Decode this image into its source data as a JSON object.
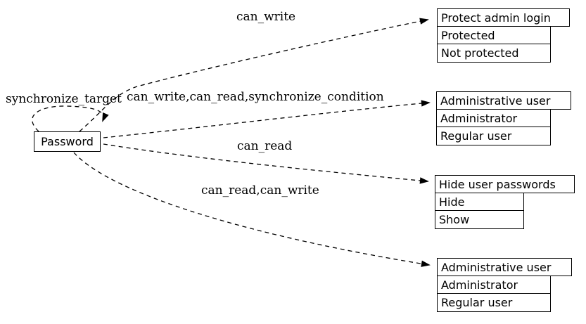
{
  "diagram": {
    "background_color": "#ffffff",
    "line_color": "#000000",
    "source_node": {
      "label": "Password"
    },
    "edges": [
      {
        "label": "can_write",
        "from": "Password",
        "to": "Protect admin login",
        "style": "dashed"
      },
      {
        "label": "synchronize_target",
        "from": "Password",
        "to": "Password",
        "style": "dashed-self-loop"
      },
      {
        "label": "can_write,can_read,synchronize_condition",
        "from": "Password",
        "to": "Administrative user",
        "style": "dashed"
      },
      {
        "label": "can_read",
        "from": "Password",
        "to": "Hide user passwords",
        "style": "dashed"
      },
      {
        "label": "can_read,can_write",
        "from": "Password",
        "to": "Administrative user",
        "style": "dashed"
      }
    ],
    "nodes": [
      {
        "title": "Protect admin login",
        "rows": [
          "Protected",
          "Not protected"
        ]
      },
      {
        "title": "Administrative user",
        "rows": [
          "Administrator",
          "Regular user"
        ]
      },
      {
        "title": "Hide user passwords",
        "rows": [
          "Hide",
          "Show"
        ]
      },
      {
        "title": "Administrative user",
        "rows": [
          "Administrator",
          "Regular user"
        ]
      }
    ]
  }
}
